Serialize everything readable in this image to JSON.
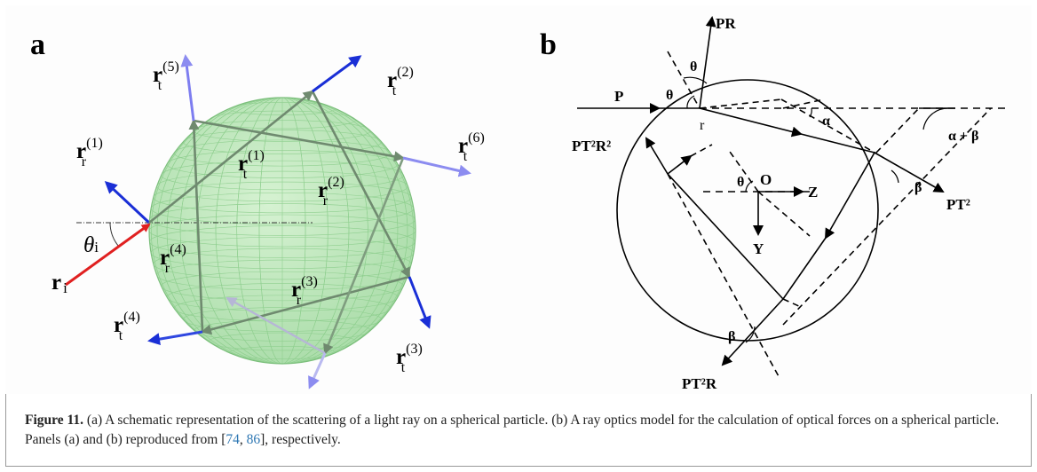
{
  "panel_a": {
    "letter": "a",
    "labels": {
      "r_i": "r",
      "r_i_sub": "i",
      "theta_i": "θ",
      "theta_i_sub": "i",
      "r_r1": "r",
      "r_r1_sub": "r",
      "r_r1_sup": "(1)",
      "r_t1": "r",
      "r_t1_sub": "t",
      "r_t1_sup": "(1)",
      "r_t2": "r",
      "r_t2_sub": "t",
      "r_t2_sup": "(2)",
      "r_r2": "r",
      "r_r2_sub": "r",
      "r_r2_sup": "(2)",
      "r_t3": "r",
      "r_t3_sub": "t",
      "r_t3_sup": "(3)",
      "r_r3": "r",
      "r_r3_sub": "r",
      "r_r3_sup": "(3)",
      "r_t4": "r",
      "r_t4_sub": "t",
      "r_t4_sup": "(4)",
      "r_r4": "r",
      "r_r4_sub": "r",
      "r_r4_sup": "(4)",
      "r_t5": "r",
      "r_t5_sub": "t",
      "r_t5_sup": "(5)",
      "r_t6": "r",
      "r_t6_sub": "t",
      "r_t6_sup": "(6)"
    },
    "colors": {
      "sphere_fill": "#bfe8bf",
      "sphere_grid": "#8fcf8f",
      "incident": "#e02020",
      "reflected": "#1a2fd6",
      "transmitted_light": "#8c8cf0",
      "internal": "#6f8a6f"
    }
  },
  "panel_b": {
    "letter": "b",
    "labels": {
      "PR": "PR",
      "P": "P",
      "theta_top": "θ",
      "theta_left": "θ",
      "theta_center": "θ",
      "r": "r",
      "alpha": "α",
      "alpha_beta": "α + β",
      "PT2R2": "PT²R²",
      "O": "O",
      "Z": "Z",
      "Y": "Y",
      "beta_right": "β",
      "PT2": "PT²",
      "beta_bottom": "β",
      "PT2R": "PT²R"
    }
  },
  "caption": {
    "label": "Figure 11.",
    "text_1": " (a) A schematic representation of the scattering of a light ray on a spherical particle. (b) A ray optics model for the calculation of optical forces on a spherical particle. Panels (a) and (b) reproduced from [",
    "ref_1": "74",
    "sep": ", ",
    "ref_2": "86",
    "text_2": "], respectively."
  }
}
